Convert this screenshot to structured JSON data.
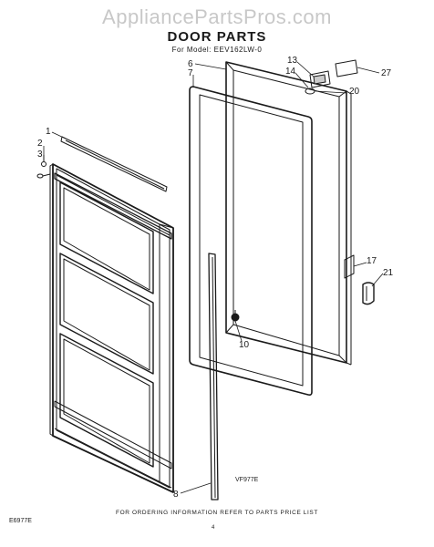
{
  "watermark": "AppliancePartsPros.com",
  "title": "DOOR PARTS",
  "model_line": "For Model: EEV162LW-0",
  "callouts": {
    "p1": "1",
    "p2": "2",
    "p3": "3",
    "p6": "6",
    "p7": "7",
    "p8": "8",
    "p10": "10",
    "p13": "13",
    "p14": "14",
    "p17": "17",
    "p20": "20",
    "p21": "21",
    "p27": "27"
  },
  "figure_code": "VF977E",
  "footer_note": "FOR ORDERING INFORMATION REFER TO PARTS PRICE LIST",
  "doc_code": "E6977E",
  "page_number": "4"
}
